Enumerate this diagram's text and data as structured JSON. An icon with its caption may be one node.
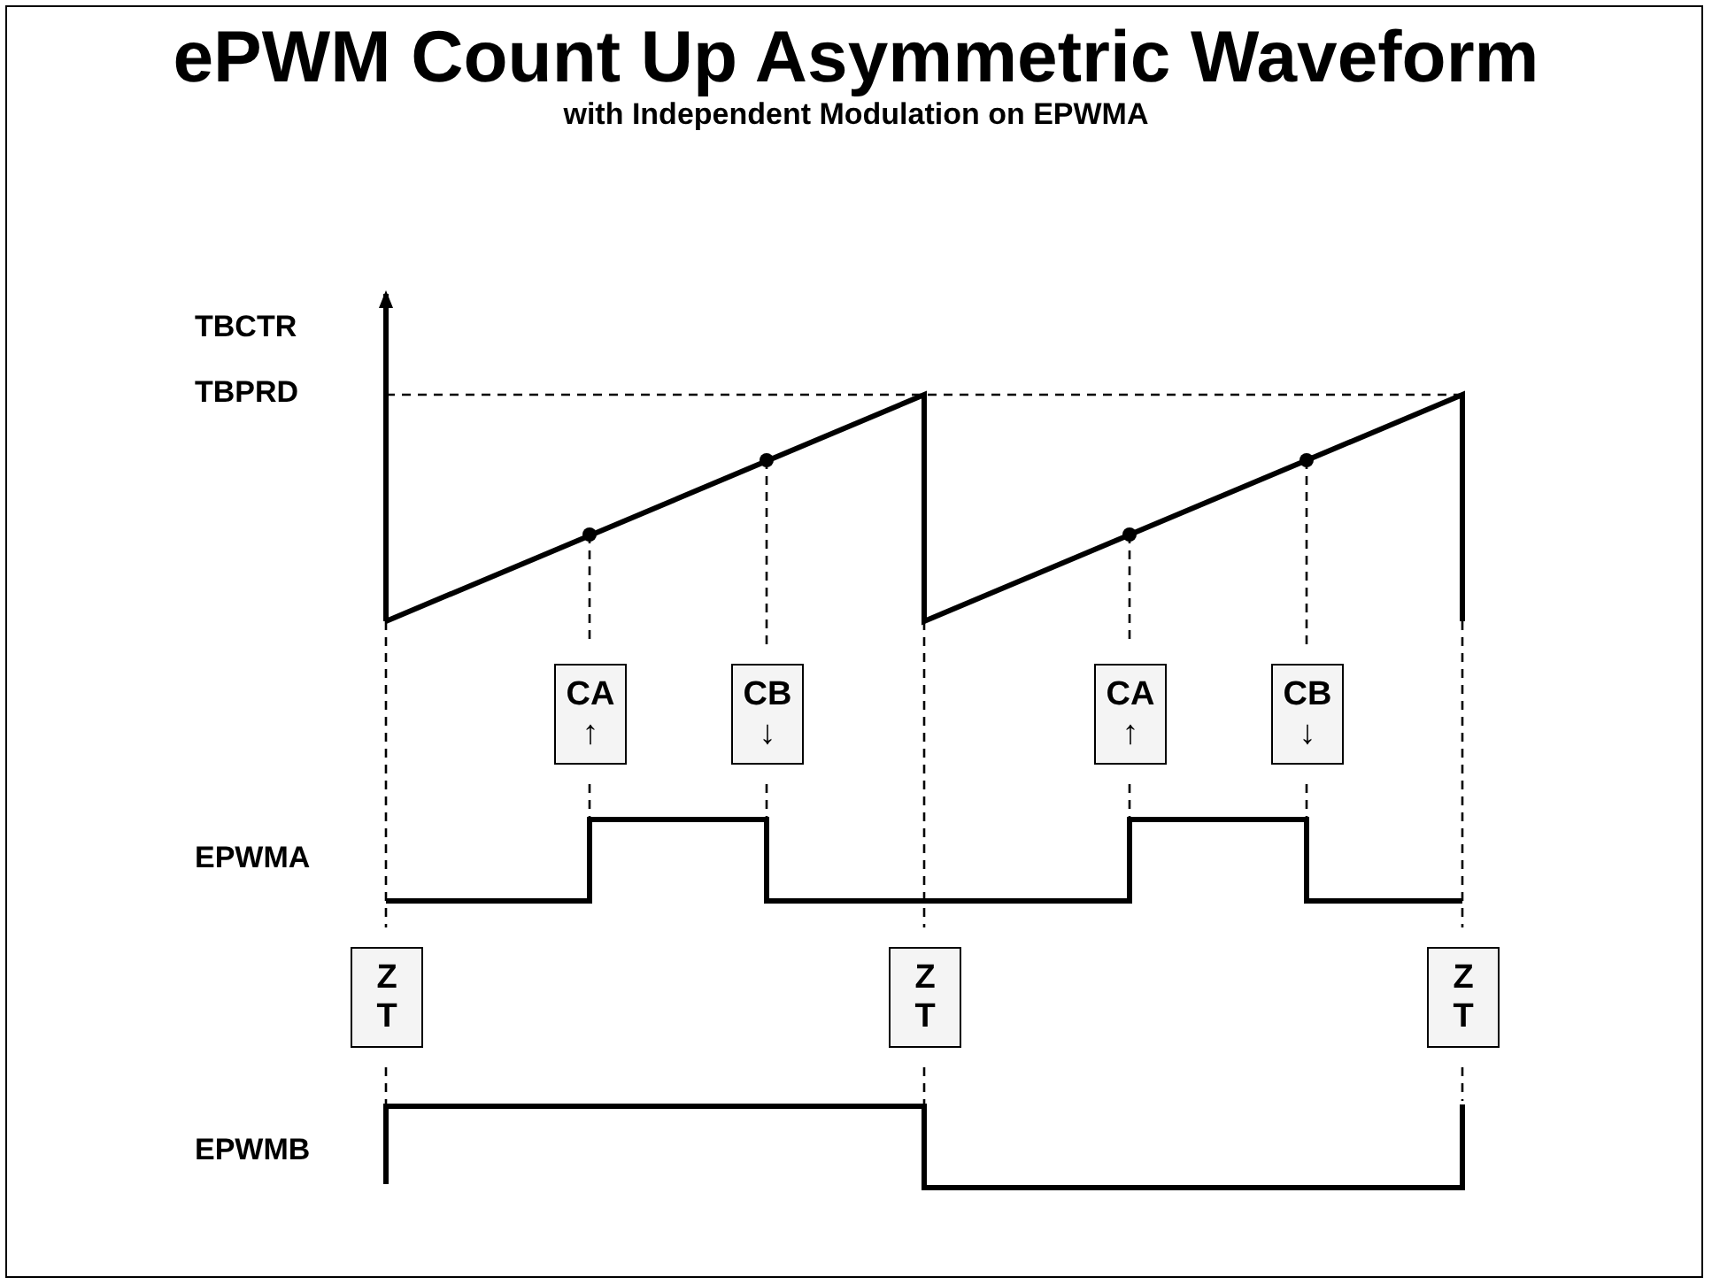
{
  "diagram": {
    "title": "ePWM Count Up Asymmetric Waveform",
    "caption": "with Independent Modulation on EPWMA",
    "nodes": [
      {
        "text": [
          "CA",
          "↑"
        ]
      },
      {
        "text": [
          "CB",
          "↓"
        ]
      },
      {
        "text": [
          "CA",
          "↑"
        ]
      },
      {
        "text": [
          "CB",
          "↓"
        ]
      },
      {
        "text": [
          "Z",
          "T"
        ]
      },
      {
        "text": [
          "Z",
          "T"
        ]
      },
      {
        "text": [
          "Z",
          "T"
        ]
      }
    ],
    "labels": [
      "TBCTR",
      "TBPRD",
      "EPWMA",
      "EPWMB"
    ]
  }
}
